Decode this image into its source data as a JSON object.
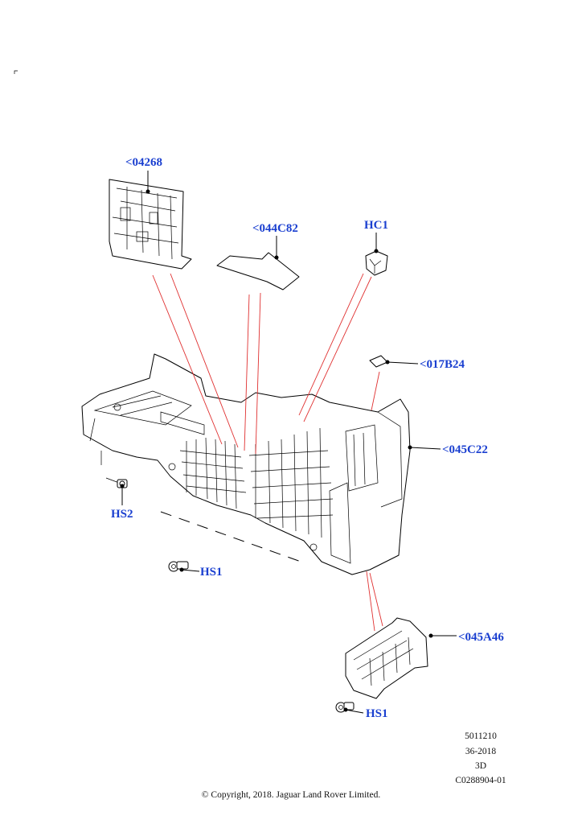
{
  "callouts": {
    "c04268": "<04268",
    "c044C82": "<044C82",
    "cHC1": "HC1",
    "c017B24": "<017B24",
    "c045C22": "<045C22",
    "cHS2": "HS2",
    "cHS1a": "HS1",
    "c045A46": "<045A46",
    "cHS1b": "HS1"
  },
  "meta": {
    "line1": "5011210",
    "line2": "36-2018",
    "line3": "3D",
    "line4": "C0288904-01"
  },
  "copyright": "© Copyright, 2018. Jaguar Land Rover Limited.",
  "colors": {
    "callout": "#1a3fd0",
    "guide_line": "#e03030",
    "linework": "#000000"
  }
}
